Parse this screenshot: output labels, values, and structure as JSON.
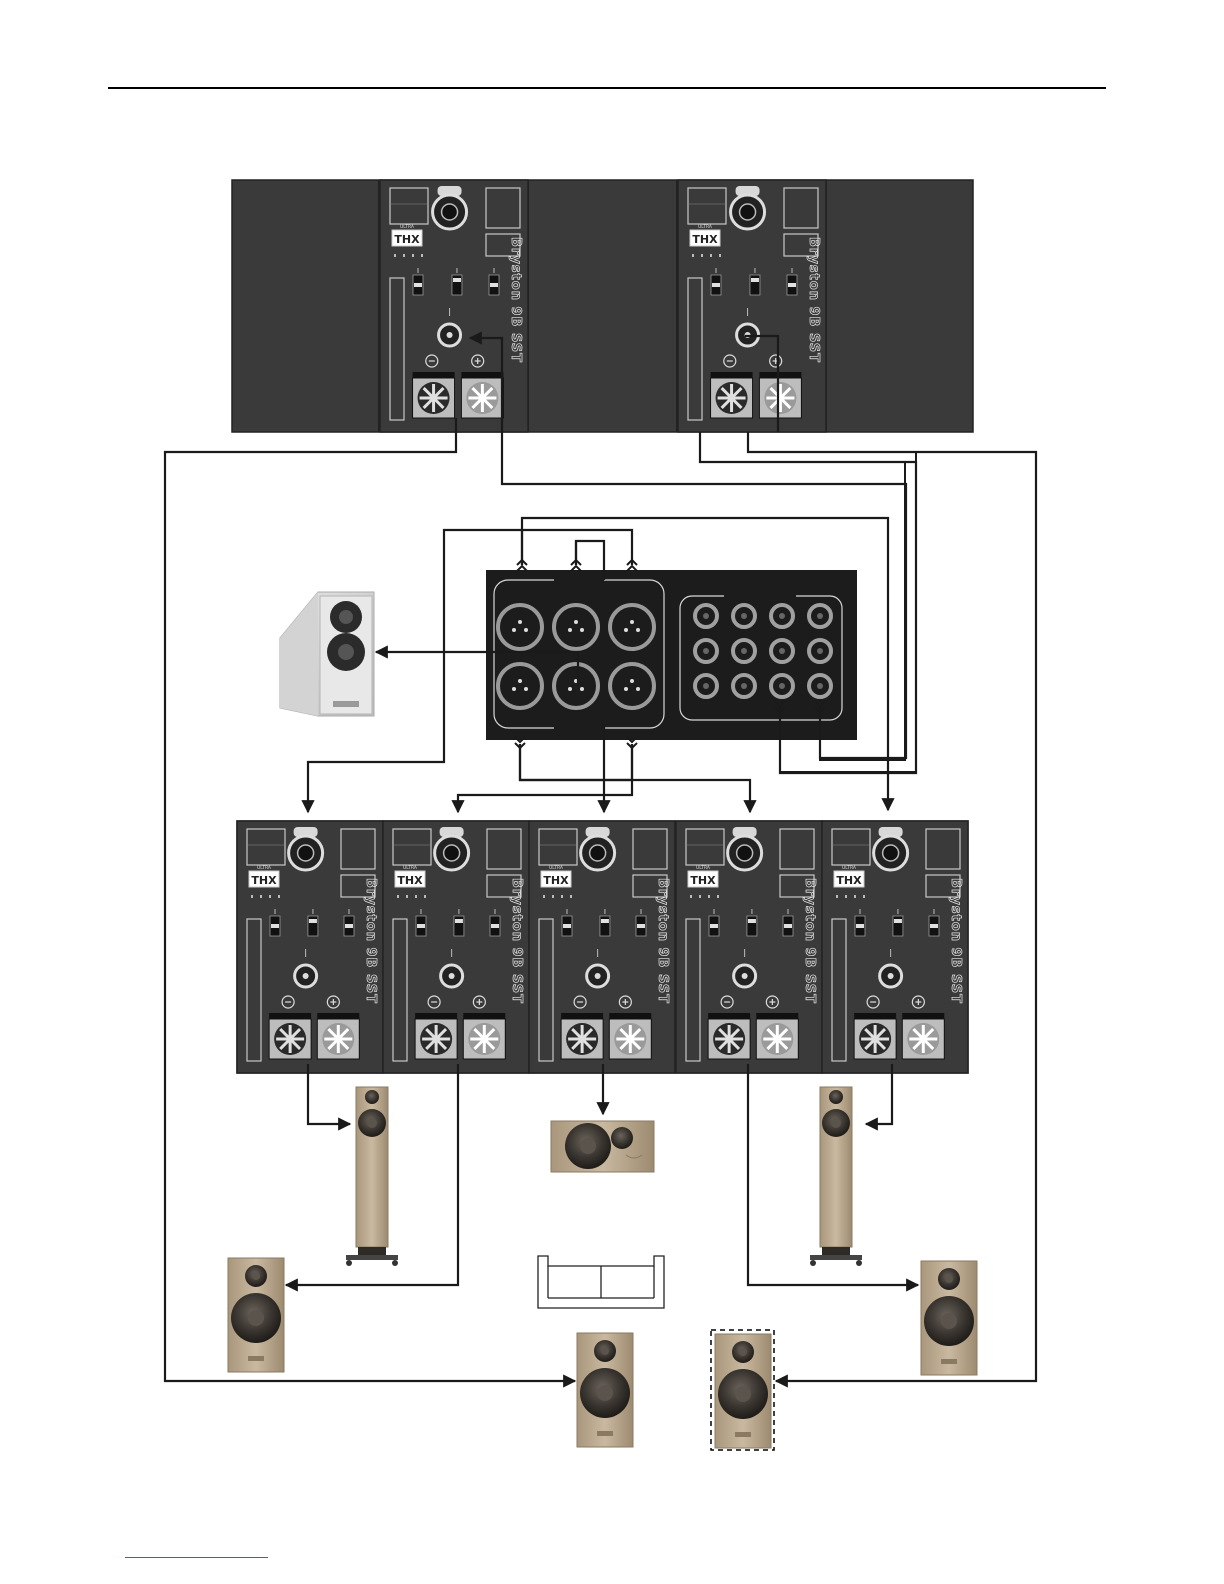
{
  "amp": {
    "badge": "THX",
    "badge_sub": "ULTRA",
    "brand": "Bryston",
    "model": "9B SST"
  },
  "colors": {
    "panel": "#3a3a3a",
    "panel_edge": "#222222",
    "processor": "#1c1c1c",
    "wire": "#1a1a1a",
    "wood": "#b9a88e",
    "wood_dark": "#8a7a62",
    "driver": "#2e2a26"
  }
}
